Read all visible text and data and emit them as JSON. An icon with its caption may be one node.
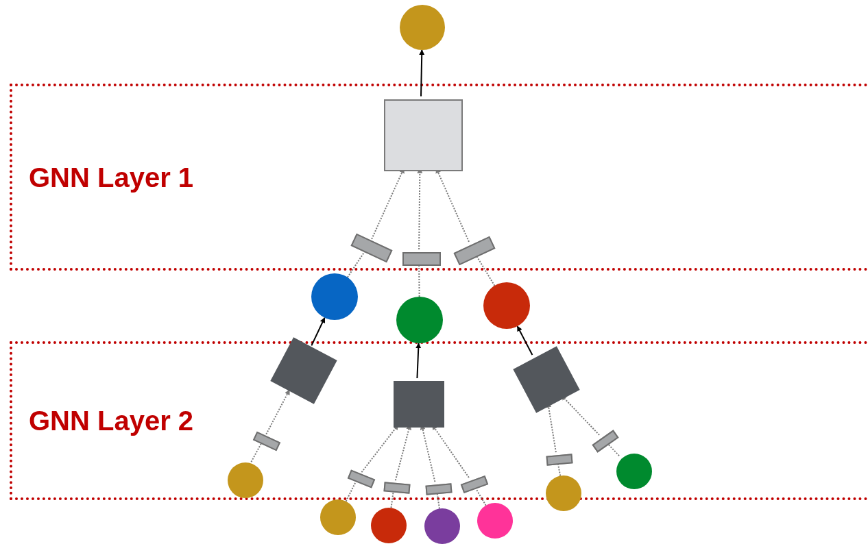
{
  "diagram": {
    "nodes": [
      {
        "text": [],
        "shape": "circle"
      },
      {
        "text": [
          "GNN Layer 1"
        ]
      },
      {
        "text": [],
        "shape": "box",
        "in": 1
      },
      {
        "text": [],
        "shape": "box",
        "in": 1
      },
      {
        "text": [],
        "shape": "box",
        "in": 1
      },
      {
        "text": [],
        "shape": "box",
        "in": 1
      },
      {
        "text": [],
        "shape": "circle"
      },
      {
        "text": [],
        "shape": "circle"
      },
      {
        "text": [],
        "shape": "circle"
      },
      {
        "text": [
          "GNN Layer 2"
        ]
      },
      {
        "text": [],
        "shape": "box",
        "in": 9
      },
      {
        "text": [],
        "shape": "box",
        "in": 9
      },
      {
        "text": [],
        "shape": "box",
        "in": 9
      },
      {
        "text": [],
        "shape": "box",
        "in": 9
      },
      {
        "text": [],
        "shape": "box",
        "in": 9
      },
      {
        "text": [],
        "shape": "box",
        "in": 9
      },
      {
        "text": [],
        "shape": "box",
        "in": 9
      },
      {
        "text": [],
        "shape": "box",
        "in": 9
      },
      {
        "text": [],
        "shape": "box",
        "in": 9
      },
      {
        "text": [],
        "shape": "box",
        "in": 9
      },
      {
        "text": [],
        "shape": "circle",
        "in": 9
      },
      {
        "text": [],
        "shape": "circle"
      },
      {
        "text": [],
        "shape": "circle"
      },
      {
        "text": [],
        "shape": "circle"
      },
      {
        "text": [],
        "shape": "circle"
      },
      {
        "text": [],
        "shape": "circle"
      },
      {
        "text": [],
        "shape": "circle",
        "in": 9
      }
    ],
    "edges": [
      {
        "from": 2,
        "to": 0,
        "arrow": "to",
        "color": "#000000"
      },
      {
        "from": 6,
        "to": 3,
        "arrow": "none",
        "style": "dashed"
      },
      {
        "from": 3,
        "to": 2,
        "arrow": "to",
        "style": "dashed"
      },
      {
        "from": 7,
        "to": 4,
        "arrow": "none",
        "style": "dashed"
      },
      {
        "from": 4,
        "to": 2,
        "arrow": "to",
        "style": "dashed"
      },
      {
        "from": 8,
        "to": 5,
        "arrow": "none",
        "style": "dashed"
      },
      {
        "from": 5,
        "to": 2,
        "arrow": "to",
        "style": "dashed"
      },
      {
        "from": 10,
        "to": 6,
        "arrow": "to",
        "color": "#000000"
      },
      {
        "from": 11,
        "to": 7,
        "arrow": "to",
        "color": "#000000"
      },
      {
        "from": 12,
        "to": 8,
        "arrow": "to",
        "color": "#000000"
      },
      {
        "from": 20,
        "to": 13,
        "arrow": "none",
        "style": "dashed"
      },
      {
        "from": 13,
        "to": 10,
        "arrow": "to",
        "style": "dashed"
      },
      {
        "from": 21,
        "to": 14,
        "arrow": "none",
        "style": "dashed"
      },
      {
        "from": 14,
        "to": 11,
        "arrow": "to",
        "style": "dashed"
      },
      {
        "from": 22,
        "to": 15,
        "arrow": "none",
        "style": "dashed"
      },
      {
        "from": 15,
        "to": 11,
        "arrow": "to",
        "style": "dashed"
      },
      {
        "from": 23,
        "to": 16,
        "arrow": "none",
        "style": "dashed"
      },
      {
        "from": 16,
        "to": 11,
        "arrow": "to",
        "style": "dashed"
      },
      {
        "from": 24,
        "to": 17,
        "arrow": "none",
        "style": "dashed"
      },
      {
        "from": 17,
        "to": 11,
        "arrow": "to",
        "style": "dashed"
      },
      {
        "from": 25,
        "to": 18,
        "arrow": "none",
        "style": "dashed"
      },
      {
        "from": 18,
        "to": 12,
        "arrow": "to",
        "style": "dashed"
      },
      {
        "from": 26,
        "to": 19,
        "arrow": "none",
        "style": "dashed"
      },
      {
        "from": 19,
        "to": 12,
        "arrow": "to",
        "style": "dashed"
      }
    ]
  }
}
